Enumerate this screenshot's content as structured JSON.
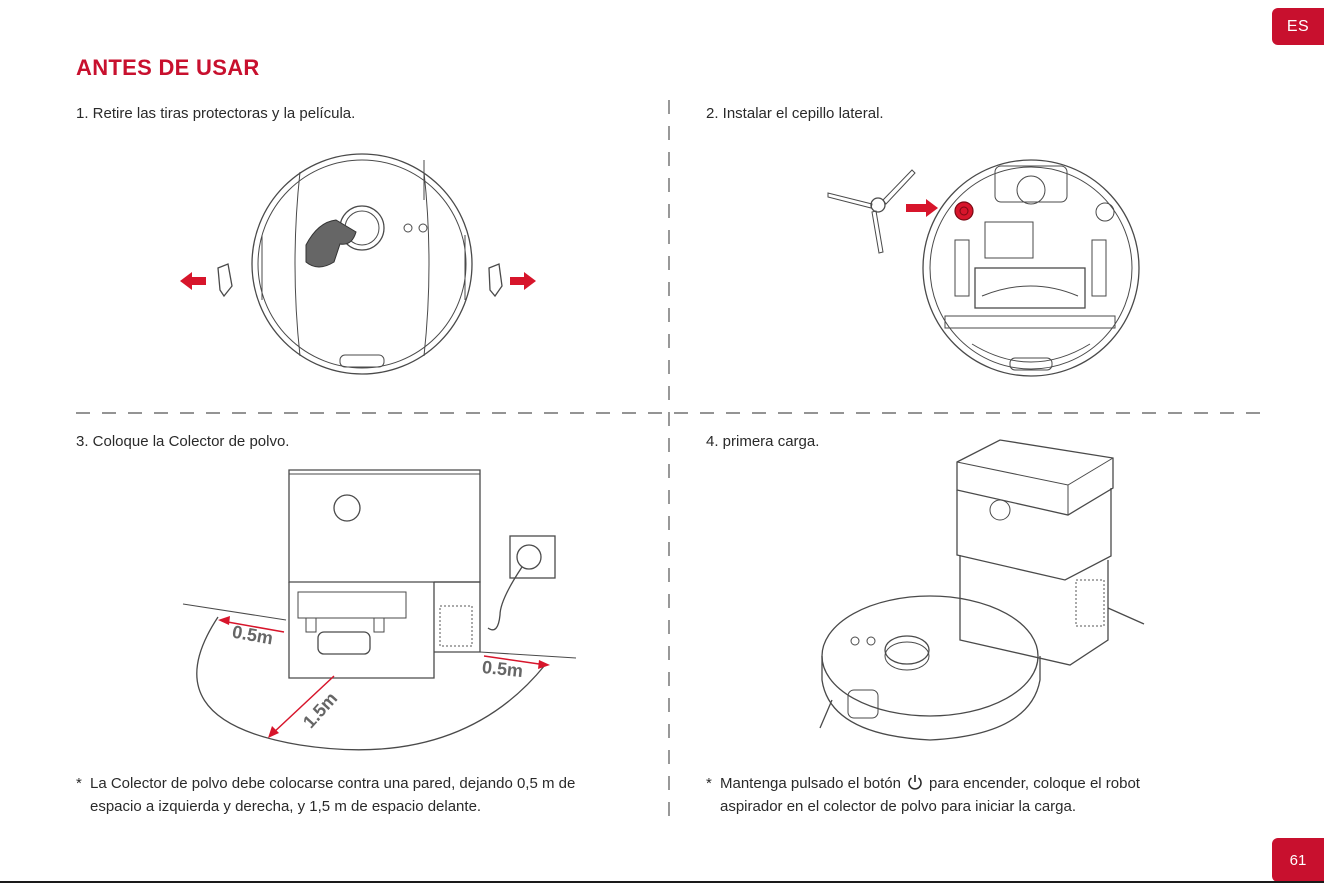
{
  "header": {
    "title": "ANTES DE USAR",
    "language": "ES"
  },
  "steps": [
    {
      "label": "1. Retire las tiras protectoras y la película."
    },
    {
      "label": "2. Instalar el cepillo lateral."
    },
    {
      "label": "3. Coloque la Colector de polvo."
    },
    {
      "label": "4. primera carga."
    }
  ],
  "dimensions": {
    "left": "0.5m",
    "right": "0.5m",
    "front": "1.5m"
  },
  "notes": {
    "star": "*",
    "dust": {
      "line1": "La Colector de polvo debe colocarse contra una pared, dejando 0,5 m de",
      "line2": "espacio a izquierda y derecha, y 1,5 m de espacio delante."
    },
    "charge": {
      "line1_before": "Mantenga pulsado el botón",
      "line1_after": "para encender, coloque el robot",
      "line2": "aspirador en el colector de polvo para iniciar la carga."
    }
  },
  "footer": {
    "page_number": "61"
  },
  "colors": {
    "accent": "#c8102e",
    "line": "#4a4a4a"
  },
  "icons": [
    "power-icon",
    "arrow-left-icon",
    "arrow-right-icon"
  ]
}
